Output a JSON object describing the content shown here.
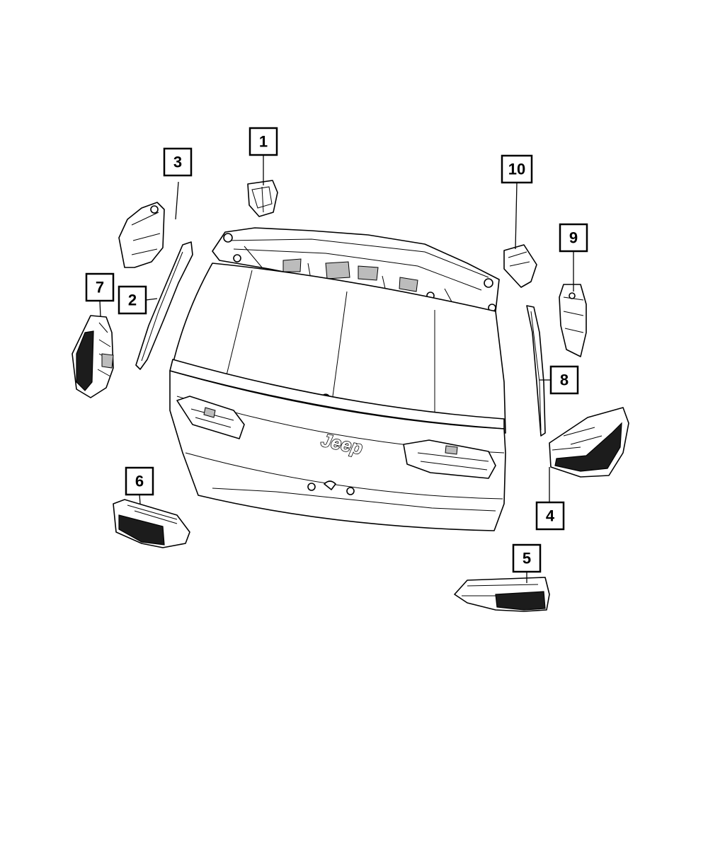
{
  "diagram": {
    "callouts": [
      {
        "id": "1",
        "label": "1"
      },
      {
        "id": "2",
        "label": "2"
      },
      {
        "id": "3",
        "label": "3"
      },
      {
        "id": "4",
        "label": "4"
      },
      {
        "id": "5",
        "label": "5"
      },
      {
        "id": "6",
        "label": "6"
      },
      {
        "id": "7",
        "label": "7"
      },
      {
        "id": "8",
        "label": "8"
      },
      {
        "id": "9",
        "label": "9"
      },
      {
        "id": "10",
        "label": "10"
      }
    ],
    "emblem_text": "Jeep"
  }
}
